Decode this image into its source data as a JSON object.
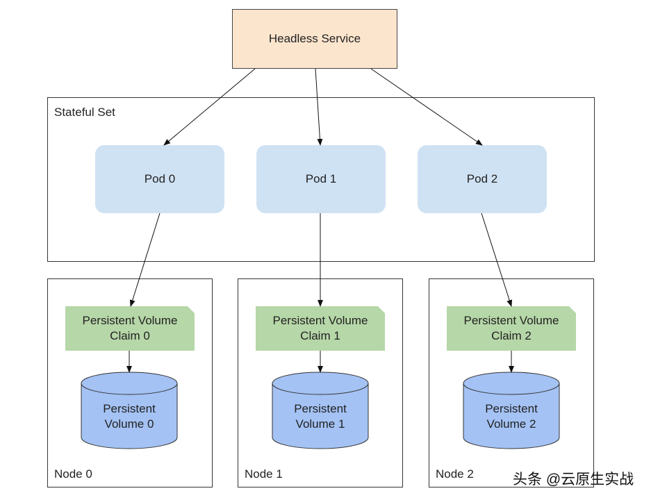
{
  "headless_service": {
    "label": "Headless Service"
  },
  "stateful_set": {
    "label": "Stateful Set"
  },
  "pods": [
    {
      "label": "Pod 0"
    },
    {
      "label": "Pod 1"
    },
    {
      "label": "Pod 2"
    }
  ],
  "nodes": [
    {
      "label": "Node 0",
      "pvc": [
        "Persistent Volume",
        "Claim 0"
      ],
      "pv": [
        "Persistent",
        "Volume 0"
      ]
    },
    {
      "label": "Node 1",
      "pvc": [
        "Persistent Volume",
        "Claim 1"
      ],
      "pv": [
        "Persistent",
        "Volume 1"
      ]
    },
    {
      "label": "Node 2",
      "pvc": [
        "Persistent Volume",
        "Claim 2"
      ],
      "pv": [
        "Persistent",
        "Volume 2"
      ]
    }
  ],
  "watermark": "头条 @云原生实战",
  "colors": {
    "service_fill": "#fce5cd",
    "pod_fill": "#cfe2f3",
    "pvc_fill": "#b6d7a8",
    "pv_fill": "#a4c2f4",
    "outline": "#333333"
  }
}
